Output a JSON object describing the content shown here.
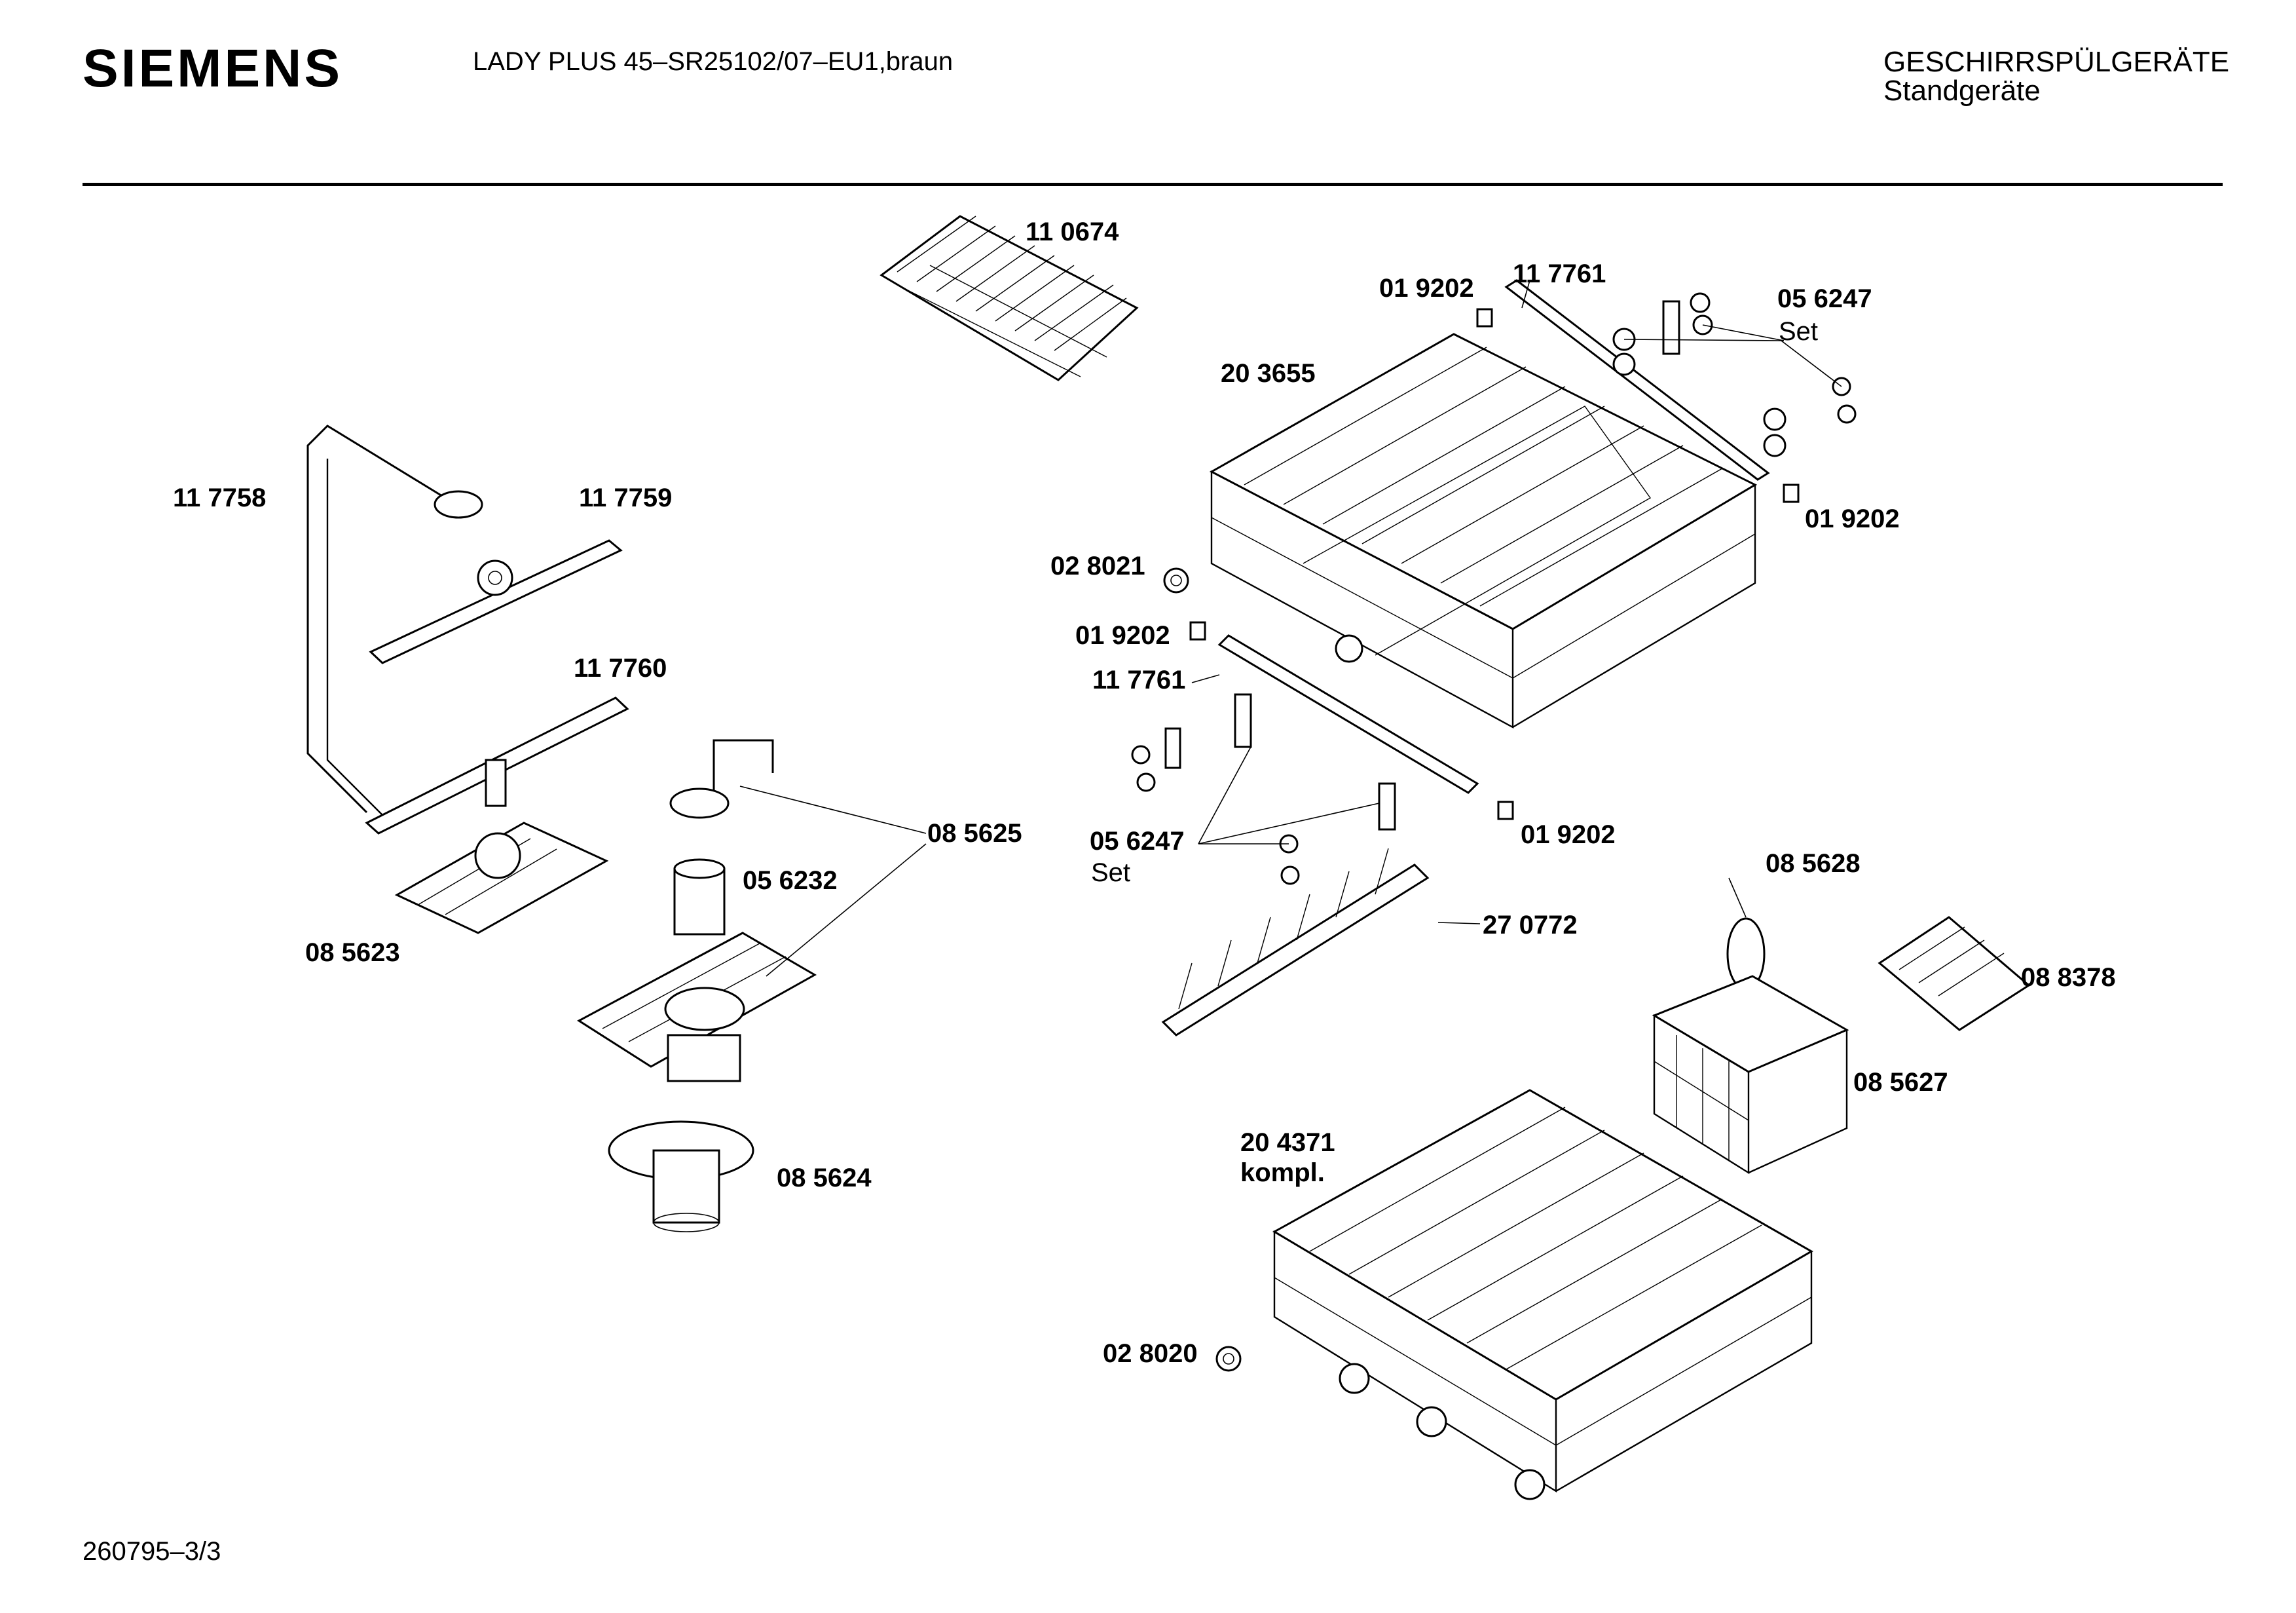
{
  "header": {
    "brand": "SIEMENS",
    "model": "LADY PLUS 45–SR25102/07–EU1,braun",
    "category_line1": "GESCHIRRSPÜLGERÄTE",
    "category_line2": "Standgeräte"
  },
  "footer": {
    "code": "260795–3/3"
  },
  "labels": {
    "p110674": "11 0674",
    "p019202_top": "01 9202",
    "p117761_top": "11 7761",
    "p056247_top": "05 6247",
    "set_top": "Set",
    "p203655": "20 3655",
    "p117758": "11 7758",
    "p117759": "11 7759",
    "p019202_right": "01 9202",
    "p028021": "02 8021",
    "p019202_left": "01 9202",
    "p117761_mid": "11 7761",
    "p117760": "11 7760",
    "p085625": "08 5625",
    "p056247_mid": "05 6247",
    "set_mid": "Set",
    "p019202_bottom": "01 9202",
    "p056232": "05 6232",
    "p085628": "08 5628",
    "p270772": "27 0772",
    "p085623": "08 5623",
    "p088378": "08 8378",
    "p085627": "08 5627",
    "p204371": "20 4371",
    "kompl": "kompl.",
    "p085624": "08 5624",
    "p028020": "02 8020"
  }
}
